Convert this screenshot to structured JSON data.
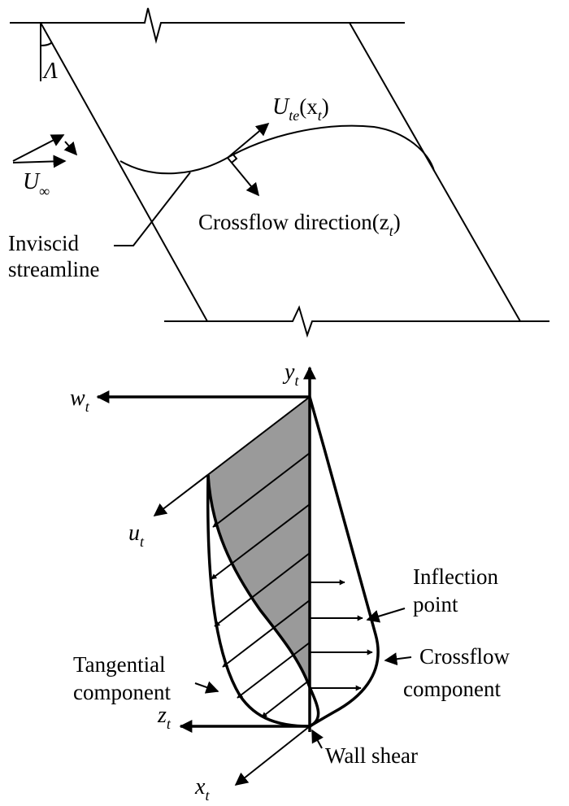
{
  "upper": {
    "sweep_angle": "Λ",
    "freestream": {
      "main": "U",
      "sub": "∞"
    },
    "edge_velocity": {
      "main": "U",
      "sub": "te",
      "open": "(x",
      "arg_sub": "t",
      "close": ")"
    },
    "crossflow_direction": {
      "text": "Crossflow direction(z",
      "sub": "t",
      "close": ")"
    },
    "streamline_label": [
      "Inviscid",
      "streamline"
    ]
  },
  "lower": {
    "axes": {
      "y": {
        "main": "y",
        "sub": "t"
      },
      "w": {
        "main": "w",
        "sub": "t"
      },
      "u": {
        "main": "u",
        "sub": "t"
      },
      "z": {
        "main": "z",
        "sub": "t"
      },
      "x": {
        "main": "x",
        "sub": "t"
      }
    },
    "inflection_label": [
      "Inflection",
      "point"
    ],
    "crossflow_label": [
      "Crossflow",
      "component"
    ],
    "tangential_label": [
      "Tangential",
      "component"
    ],
    "wall_shear_label": "Wall shear"
  },
  "colors": {
    "ink": "#000000",
    "shaded_profile": "#9a9a9a",
    "background": "#ffffff"
  }
}
